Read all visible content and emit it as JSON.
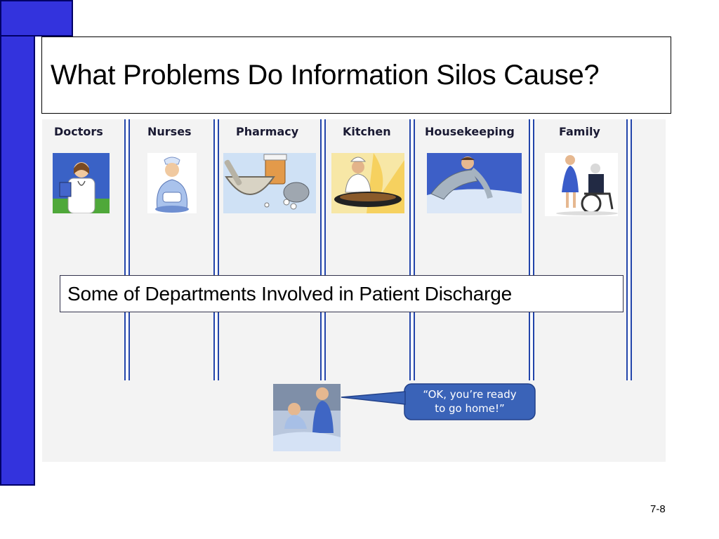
{
  "slide": {
    "title": "What Problems Do Information Silos Cause?",
    "number": "7-8"
  },
  "figure": {
    "departments": [
      {
        "label": "Doctors",
        "icon": "doctor-icon"
      },
      {
        "label": "Nurses",
        "icon": "nurse-icon"
      },
      {
        "label": "Pharmacy",
        "icon": "pharmacy-icon"
      },
      {
        "label": "Kitchen",
        "icon": "chef-icon"
      },
      {
        "label": "Housekeeping",
        "icon": "housekeeper-icon"
      },
      {
        "label": "Family",
        "icon": "family-wheelchair-icon"
      }
    ],
    "caption": "Some of Departments Involved in Patient Discharge",
    "speech_line1": "“OK, you’re ready",
    "speech_line2": "to go home!”",
    "discharge_icon": "patient-discharge-icon"
  },
  "colors": {
    "side_bar": "#3333dd",
    "divider": "#2244aa",
    "bubble": "#3a63b8"
  }
}
